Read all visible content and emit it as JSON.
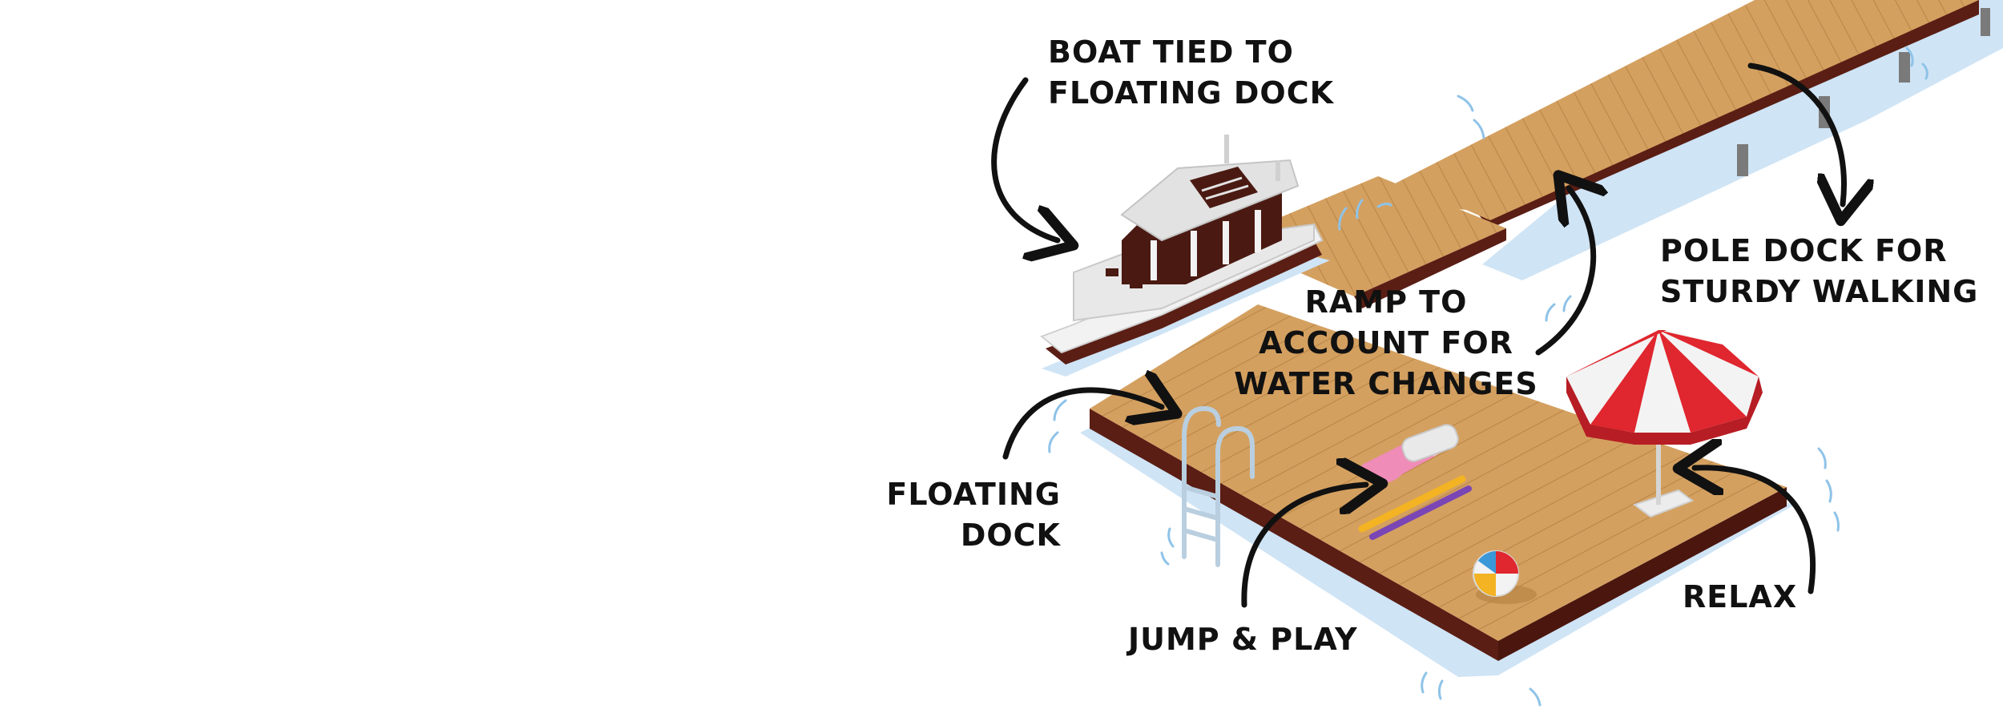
{
  "labels": {
    "boat": [
      "BOAT TIED TO",
      "FLOATING DOCK"
    ],
    "pole": [
      "POLE DOCK FOR",
      "STURDY WALKING"
    ],
    "ramp": [
      "RAMP TO",
      "ACCOUNT FOR",
      "WATER CHANGES"
    ],
    "floating": [
      "FLOATING",
      "DOCK"
    ],
    "jump": [
      "JUMP & PLAY"
    ],
    "relax": [
      "RELAX"
    ]
  },
  "colors": {
    "wood": "#d4a060",
    "wood_dark": "#b98546",
    "wood_side": "#5a1e14",
    "water": "#cfe4f5",
    "water_line": "#8ec3e8",
    "umbrella_red": "#e0262e",
    "umbrella_white": "#f3f3f3",
    "boat_hull": "#f2f2f2",
    "boat_cabin": "#4a1a12",
    "arrow": "#111111",
    "ladder": "#b9cfe0",
    "float_pink": "#f08cb8",
    "noodle_yellow": "#f3b323",
    "noodle_purple": "#7a45b5"
  },
  "icons": [
    "boat-icon",
    "umbrella-icon",
    "ladder-icon",
    "beach-ball-icon",
    "pool-float-icon",
    "pool-noodle-icon"
  ]
}
